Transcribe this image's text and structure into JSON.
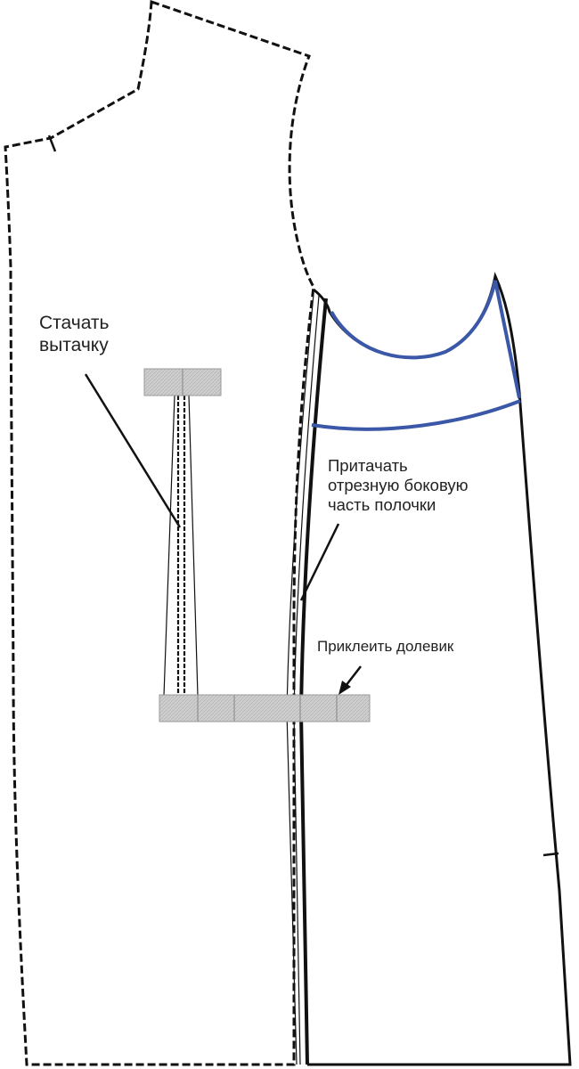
{
  "labels": {
    "dart": [
      "Стачать",
      "вытачку"
    ],
    "side_panel": [
      "Притачать",
      "отрезную боковую",
      "часть полочки"
    ],
    "stay_tape": "Приклеить долевик"
  },
  "colors": {
    "outline": "#111111",
    "seam_accent": "#3a57a8",
    "tape_fill": "#c8c8c8",
    "tape_edge": "#9a9a9a",
    "label_text": "#222222"
  }
}
